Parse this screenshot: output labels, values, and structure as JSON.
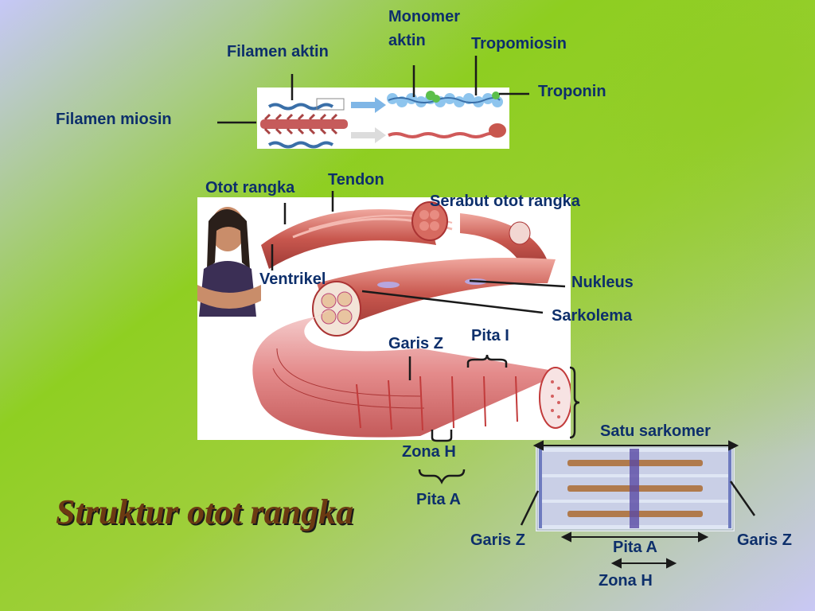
{
  "slide": {
    "title": "Struktur otot rangka",
    "colors": {
      "label": "#0d2f6b",
      "title": "#6b3a12",
      "bg_green": "#8ccc1e",
      "bg_lavender": "#c9c8f5",
      "muscle": "#c8574e"
    }
  },
  "labels": {
    "monomer_aktin": [
      "Monomer",
      "aktin"
    ],
    "filamen_aktin": "Filamen aktin",
    "tropomiosin": "Tropomiosin",
    "troponin": "Troponin",
    "filamen_miosin": "Filamen miosin",
    "otot_rangka": "Otot rangka",
    "tendon": "Tendon",
    "serabut_otot_rangka": "Serabut otot rangka",
    "ventrikel": "Ventrikel",
    "nukleus": "Nukleus",
    "sarkolema": "Sarkolema",
    "garis_z_top": "Garis Z",
    "pita_i": "Pita I",
    "zona_h_mid": "Zona H",
    "pita_a_mid": "Pita A",
    "satu_sarkomer": "Satu sarkomer",
    "garis_z_left": "Garis Z",
    "garis_z_right": "Garis Z",
    "pita_a_bottom": "Pita A",
    "zona_h_bottom": "Zona H"
  }
}
